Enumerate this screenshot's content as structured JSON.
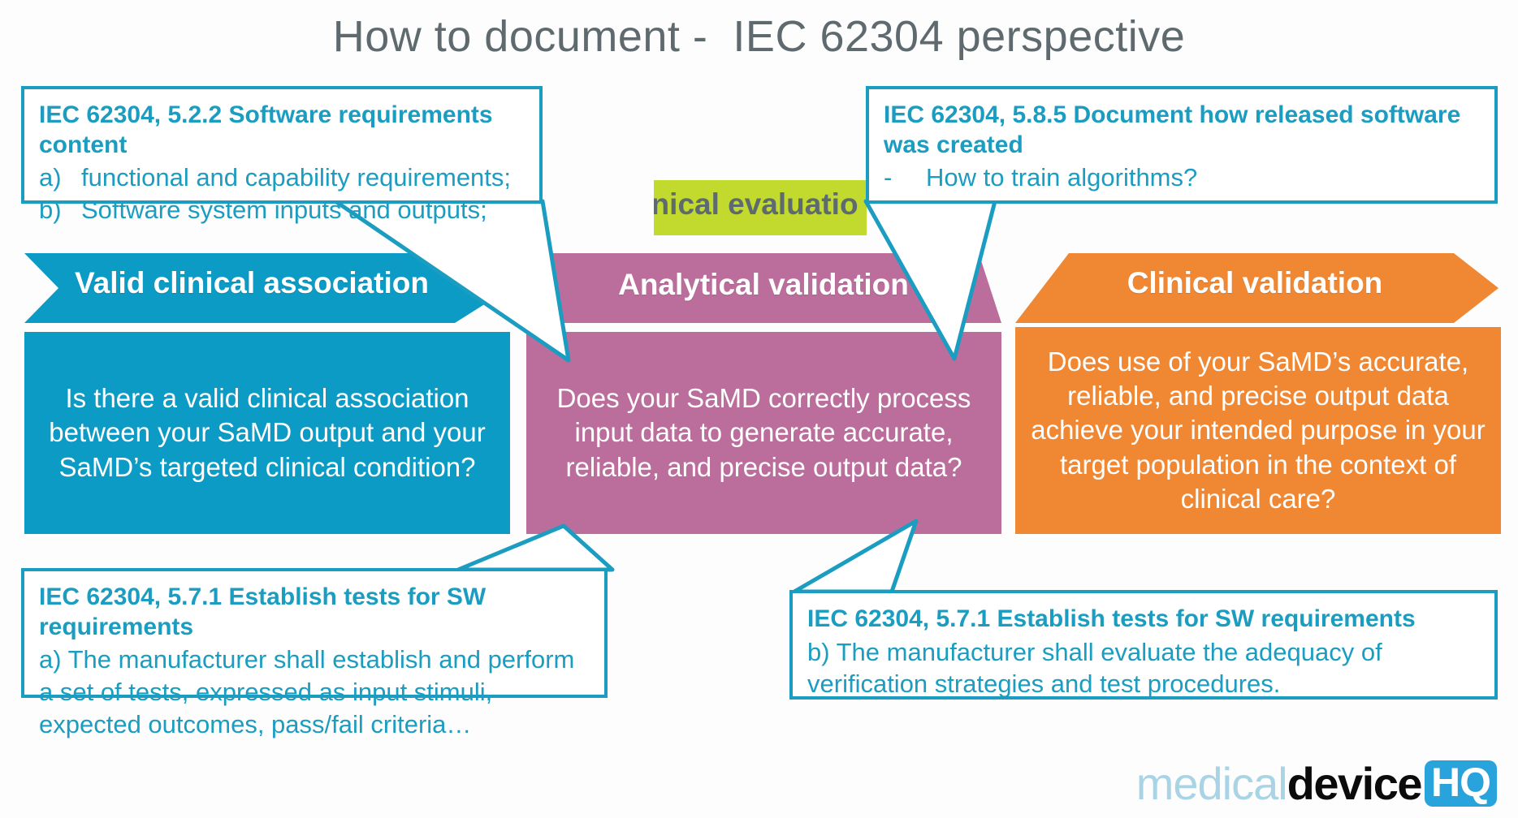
{
  "title": "How to document -  IEC 62304 perspective",
  "colors": {
    "teal": "#0c9bc4",
    "teal_border": "#1b9dc1",
    "pink": "#bb6d9c",
    "orange": "#f08733",
    "green": "#c2d92e",
    "title_gray": "#5f6a6f",
    "banner_text_gray": "#5d6a6e",
    "logo_blue": "#29a3dc",
    "logo_light_blue": "#a9d4e6"
  },
  "banner": {
    "clinical_evaluation_label": "linical evaluatio"
  },
  "bands": [
    {
      "id": "valid",
      "label": "Valid clinical association"
    },
    {
      "id": "analytical",
      "label": "Analytical validation"
    },
    {
      "id": "clinical",
      "label": "Clinical validation"
    }
  ],
  "panels": [
    {
      "id": "valid",
      "text": "Is there a valid clinical association between your SaMD output and your SaMD’s targeted clinical condition?"
    },
    {
      "id": "analytical",
      "text": "Does your SaMD correctly process input data to generate accurate, reliable, and precise output data?"
    },
    {
      "id": "clinical",
      "text": "Does use of your SaMD’s accurate, reliable, and precise output data achieve your intended purpose in your target population in the context of clinical care?"
    }
  ],
  "callouts": {
    "requirements_content": {
      "heading": "IEC 62304, 5.2.2 Software requirements content",
      "items": [
        {
          "marker": "a)",
          "body": "functional and capability requirements;"
        },
        {
          "marker": "b)",
          "body": "Software system inputs and outputs;"
        }
      ]
    },
    "released_software": {
      "heading": "IEC 62304, 5.8.5 Document how released software was created",
      "items": [
        {
          "marker": "-",
          "body": "How to train algorithms?"
        }
      ]
    },
    "tests_a": {
      "heading": "IEC 62304, 5.7.1 Establish tests for SW requirements",
      "body": "a) The manufacturer shall establish and perform a set of tests, expressed as input stimuli, expected outcomes, pass/fail criteria…"
    },
    "tests_b": {
      "heading": "IEC 62304, 5.7.1 Establish tests for SW requirements",
      "body": "b) The manufacturer shall evaluate the adequacy of verification strategies and test procedures."
    }
  },
  "logo": {
    "part1": "medical",
    "part2": "device",
    "part3": "HQ"
  }
}
